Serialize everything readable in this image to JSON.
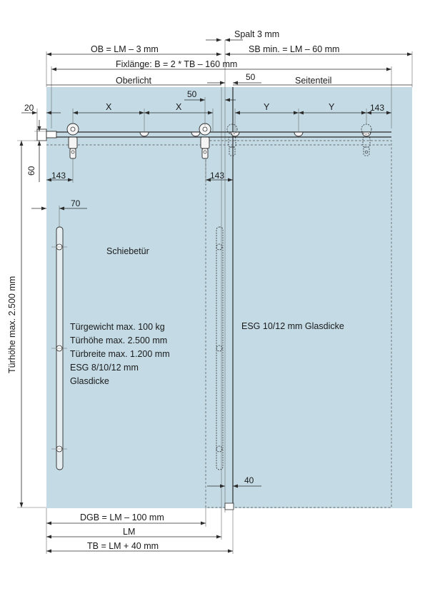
{
  "colors": {
    "glass_fill": "#c4dbe6",
    "line": "#2b2b2b",
    "background": "#ffffff"
  },
  "labels": {
    "spalt": "Spalt 3 mm",
    "ob": "OB = LM – 3 mm",
    "sb": "SB min. = LM – 60 mm",
    "fixlaenge": "Fixlänge: B = 2 * TB – 160 mm",
    "oberlicht": "Oberlicht",
    "seitenteil": "Seitenteil",
    "dim_50_top": "50",
    "dim_50_mid": "50",
    "dim_20": "20",
    "x1": "X",
    "x2": "X",
    "y1": "Y",
    "y2": "Y",
    "dim_143_right": "143",
    "dim_60": "60",
    "dim_143_left": "143",
    "dim_143_mid": "143",
    "dim_70": "70",
    "schiebetuer": "Schiebetür",
    "spec_1": "Türgewicht max. 100 kg",
    "spec_2": "Türhöhe max. 2.500 mm",
    "spec_3": "Türbreite max. 1.200 mm",
    "spec_4": "ESG 8/10/12 mm",
    "spec_5": "Glasdicke",
    "esg_fixed": "ESG 10/12 mm Glasdicke",
    "dim_40": "40",
    "tuerhoehe": "Türhöhe max. 2.500 mm",
    "dgb": "DGB = LM – 100 mm",
    "lm": "LM",
    "tb": "TB = LM + 40 mm"
  }
}
